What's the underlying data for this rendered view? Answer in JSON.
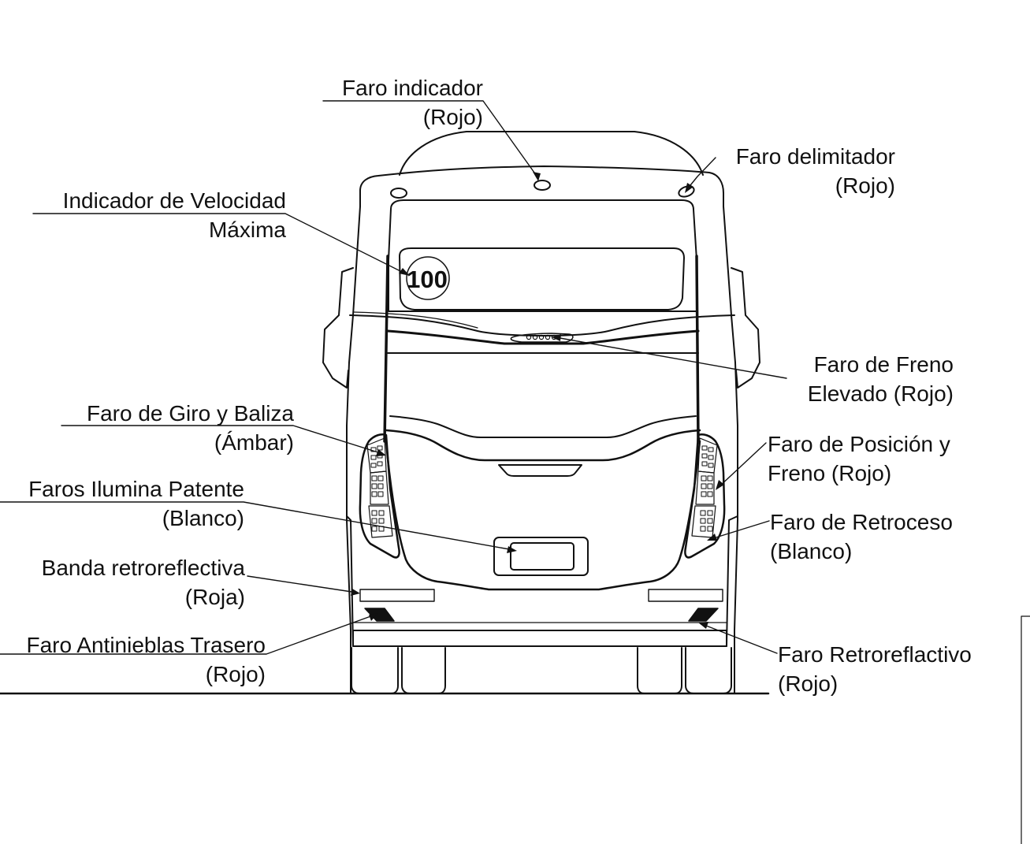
{
  "speed_sign": "100",
  "labels": {
    "faro_indicador": {
      "line1": "Faro indicador",
      "line2": "(Rojo)"
    },
    "faro_delimitador": {
      "line1": "Faro delimitador",
      "line2": "(Rojo)"
    },
    "velocidad": {
      "line1": "Indicador de Velocidad",
      "line2": "Máxima"
    },
    "freno_elevado": {
      "line1": "Faro de Freno",
      "line2": "Elevado (Rojo)"
    },
    "giro_baliza": {
      "line1": "Faro de Giro y Baliza",
      "line2": "(Ámbar)"
    },
    "posicion_freno": {
      "line1": "Faro de Posición y",
      "line2": "Freno (Rojo)"
    },
    "ilumina_patente": {
      "line1": "Faros Ilumina Patente",
      "line2": "(Blanco)"
    },
    "retroceso": {
      "line1": "Faro de Retroceso",
      "line2": "(Blanco)"
    },
    "banda": {
      "line1": "Banda retroreflectiva",
      "line2": "(Roja)"
    },
    "antinieblas": {
      "line1": "Faro Antinieblas Trasero",
      "line2": "(Rojo)"
    },
    "retroreflactivo": {
      "line1": "Faro Retroreflactivo",
      "line2": "(Rojo)"
    }
  }
}
